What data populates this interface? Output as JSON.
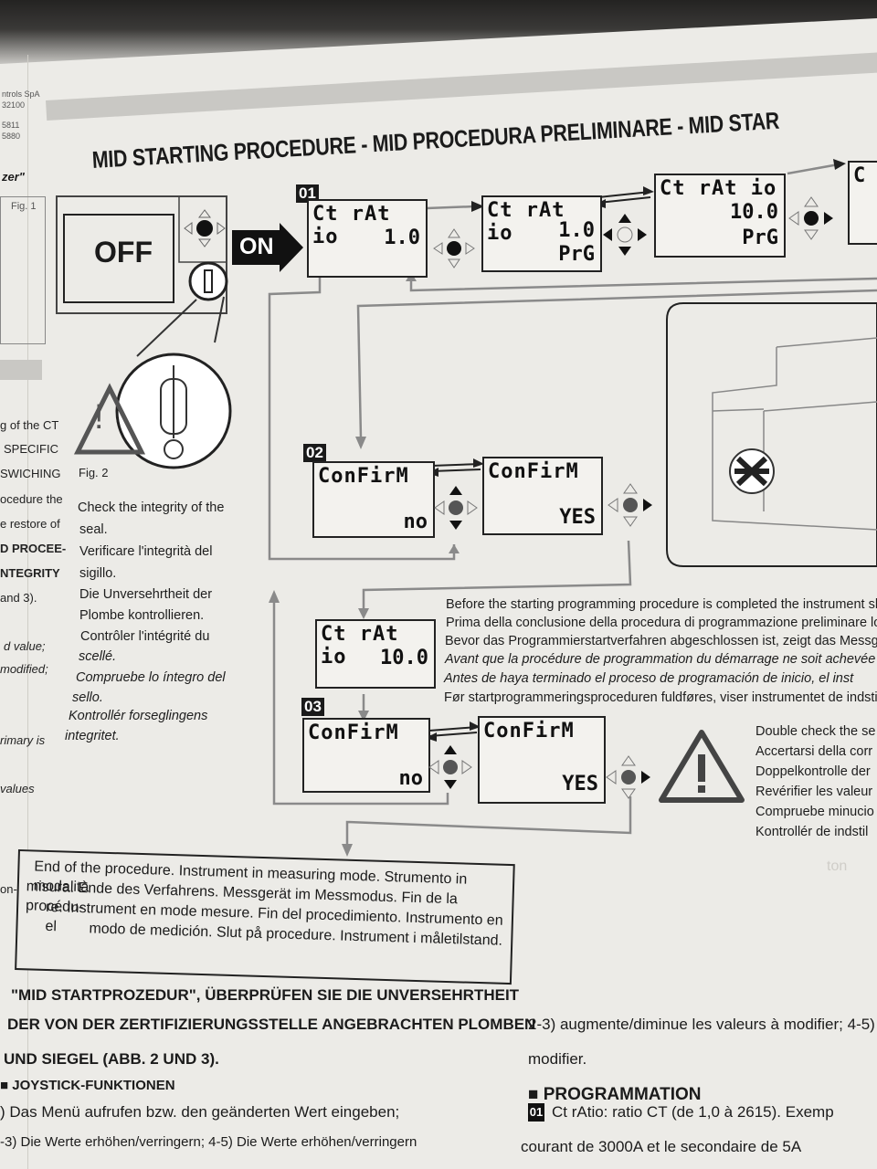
{
  "header": {
    "title": "MID STARTING PROCEDURE - MID PROCEDURA PRELIMINARE - MID STAR"
  },
  "left_edge": [
    "ntrols SpA",
    "32100",
    "5811",
    "5880",
    "zer\""
  ],
  "left_col": [
    "g of the CT",
    "SPECIFIC",
    "SWICHING",
    "ocedure the",
    "e restore of",
    "D PROCEE-",
    "NTEGRITY",
    "and 3).",
    "d    value;",
    "modified;",
    "rimary is",
    "values",
    "on-"
  ],
  "figure": {
    "fig1_label": "Fig. 1",
    "fig2_label": "Fig. 2",
    "off_label": "OFF",
    "on_label": "ON",
    "warning_mark": "!"
  },
  "steps": [
    "01",
    "02",
    "03"
  ],
  "lcd": [
    {
      "line1": "Ct rAt io",
      "line2": "1.0"
    },
    {
      "line1": "Ct rAt io",
      "line2": "1.0",
      "line3": "PrG"
    },
    {
      "line1": "Ct rAt io",
      "line2": "10.0",
      "line3": "PrG"
    },
    {
      "line1": "C"
    },
    {
      "line1": "ConFirM",
      "line2": "no"
    },
    {
      "line1": "ConFirM",
      "line2": "YES"
    },
    {
      "line1": "Ct rAt io",
      "line2": "10.0"
    },
    {
      "line1": "ConFirM",
      "line2": "no"
    },
    {
      "line1": "ConFirM",
      "line2": "YES"
    }
  ],
  "seal_text": [
    "Check the integrity of the",
    "seal.",
    "Verificare l'integrità del",
    "sigillo.",
    "Die Unversehrtheit der",
    "Plombe kontrollieren.",
    "Contrôler l'intégrité du",
    "scellé.",
    "Compruebe lo íntegro del",
    "sello.",
    "Kontrollér forseglingens",
    "integritet."
  ],
  "prelim_text": [
    "Before the starting programming procedure is completed the instrument sh",
    "Prima della conclusione della procedura di programmazione preliminare lo",
    "Bevor das Programmierstartverfahren abgeschlossen ist, zeigt das Messgerä",
    "Avant que la procédure de programmation du démarrage ne soit achevée",
    "Antes de haya terminado el proceso de programación de inicio, el inst",
    "Før startprogrammeringsproceduren fuldføres, viser instrumentet de indstil"
  ],
  "check_text": [
    "Double check the se",
    "Accertarsi della corr",
    "Doppelkontrolle der",
    "Revérifier les valeur",
    "Compruebe minucio",
    "Kontrollér de indstil"
  ],
  "end_box": [
    "End of the procedure. Instrument in measuring mode. Strumento in modalità",
    "misura. Ende des Verfahrens. Messgerät im Messmodus. Fin de la procédu-",
    "re. Instrument en mode mesure. Fin del procedimiento. Instrumento en el",
    "modo de medición. Slut på procedure. Instrument i måletilstand."
  ],
  "bottom_left": [
    "\"MID STARTPROZEDUR\", ÜBERPRÜFEN SIE DIE UNVERSEHRTHEIT",
    "DER VON DER ZERTIFIZIERUNGSSTELLE ANGEBRACHTEN PLOMBEN",
    "UND SIEGEL (ABB. 2 UND 3).",
    "■ JOYSTICK-FUNKTIONEN",
    ")   Das   Menü   aufrufen   bzw.   den   geänderten   Wert   eingeben;",
    "-3) Die Werte erhöhen/verringern; 4-5) Die Werte erhöhen/verringern"
  ],
  "bottom_right": [
    "2-3) augmente/diminue les valeurs à modifier; 4-5)",
    "modifier.",
    "■ PROGRAMMATION",
    "01",
    "Ct rAtio: ratio CT (de 1,0 à 2615). Exemp",
    "courant de 3000A et le secondaire de 5A"
  ],
  "bleed_through": [
    "ton"
  ]
}
